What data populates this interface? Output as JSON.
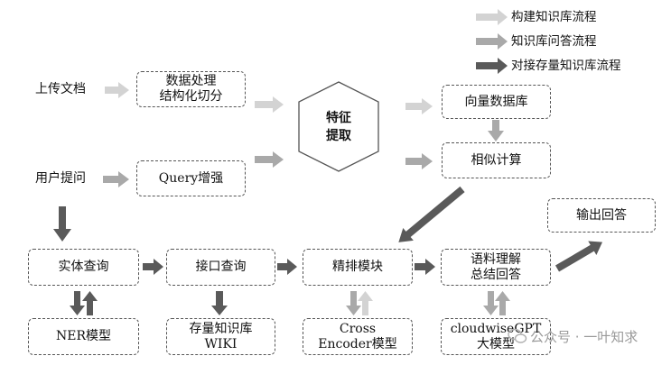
{
  "legend": {
    "build": "构建知识库流程",
    "qa": "知识库问答流程",
    "connect": "对接存量知识库流程"
  },
  "colors": {
    "build": "#d3d3d3",
    "qa": "#a9a9a9",
    "connect": "#5a5a5a",
    "border": "#555555"
  },
  "inputs": {
    "upload": "上传文档",
    "question": "用户提问"
  },
  "nodes": {
    "data_processing": [
      "数据处理",
      "结构化切分"
    ],
    "query_enhance": "Query增强",
    "feature_extract": [
      "特征",
      "提取"
    ],
    "vector_db": "向量数据库",
    "similarity": "相似计算",
    "output": "输出回答",
    "entity_query": "实体查询",
    "api_query": "接口查询",
    "rerank": "精排模块",
    "understand": [
      "语料理解",
      "总结回答"
    ],
    "ner": "NER模型",
    "wiki": [
      "存量知识库",
      "WIKI"
    ],
    "cross_encoder": [
      "Cross",
      "Encoder模型"
    ],
    "gpt": [
      "cloudwiseGPT",
      "大模型"
    ]
  },
  "watermark": "公众号 · 一叶知求"
}
